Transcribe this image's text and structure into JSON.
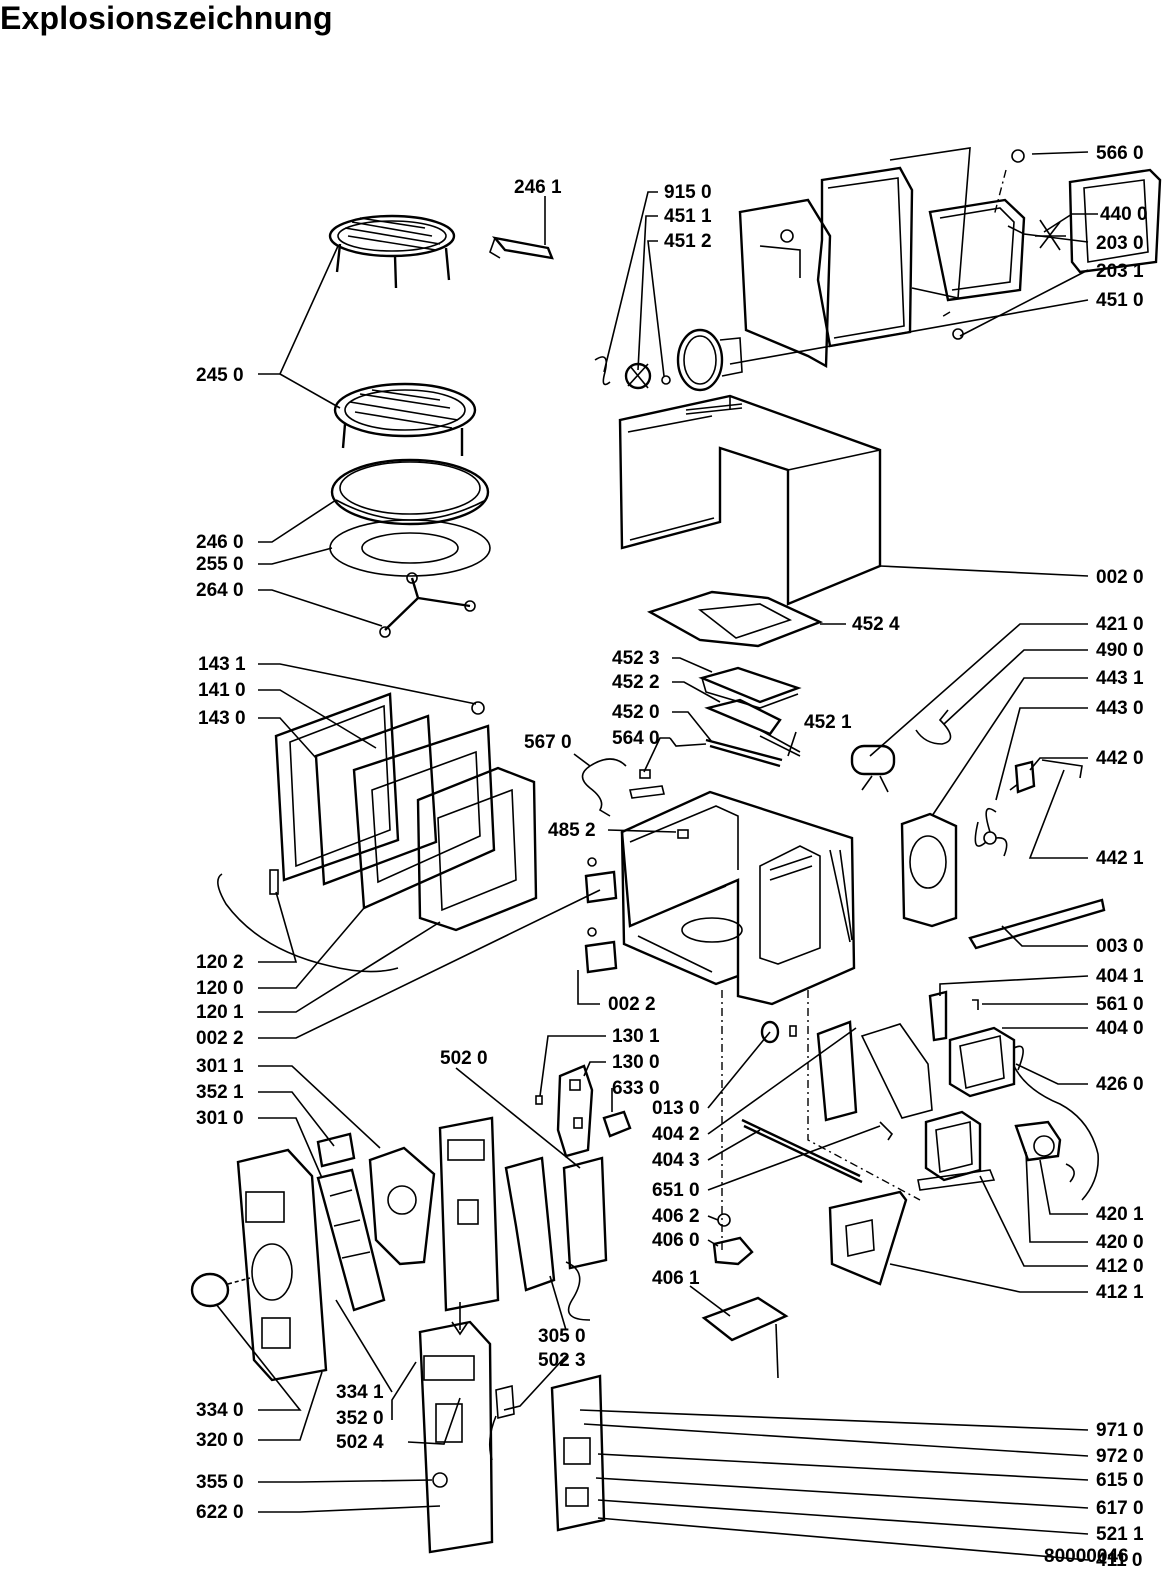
{
  "title": "Explosionszeichnung",
  "doc_number": "80000046",
  "labels": [
    {
      "id": "566_0",
      "text": "566 0"
    },
    {
      "id": "246_1",
      "text": "246 1"
    },
    {
      "id": "915_0",
      "text": "915 0"
    },
    {
      "id": "451_1",
      "text": "451 1"
    },
    {
      "id": "451_2",
      "text": "451 2"
    },
    {
      "id": "440_0",
      "text": "440 0"
    },
    {
      "id": "203_0",
      "text": "203 0"
    },
    {
      "id": "245_0",
      "text": "245 0"
    },
    {
      "id": "203_1",
      "text": "203 1"
    },
    {
      "id": "451_0",
      "text": "451 0"
    },
    {
      "id": "246_0",
      "text": "246 0"
    },
    {
      "id": "255_0",
      "text": "255 0"
    },
    {
      "id": "264_0",
      "text": "264 0"
    },
    {
      "id": "002_0",
      "text": "002 0"
    },
    {
      "id": "452_4",
      "text": "452 4"
    },
    {
      "id": "421_0",
      "text": "421 0"
    },
    {
      "id": "143_1",
      "text": "143 1"
    },
    {
      "id": "452_3",
      "text": "452 3"
    },
    {
      "id": "490_0",
      "text": "490 0"
    },
    {
      "id": "141_0",
      "text": "141 0"
    },
    {
      "id": "452_2",
      "text": "452 2"
    },
    {
      "id": "443_1",
      "text": "443 1"
    },
    {
      "id": "143_0",
      "text": "143 0"
    },
    {
      "id": "452_0",
      "text": "452 0"
    },
    {
      "id": "452_1",
      "text": "452 1"
    },
    {
      "id": "443_0",
      "text": "443 0"
    },
    {
      "id": "567_0",
      "text": "567 0"
    },
    {
      "id": "564_0",
      "text": "564 0"
    },
    {
      "id": "442_0",
      "text": "442 0"
    },
    {
      "id": "485_2",
      "text": "485 2"
    },
    {
      "id": "442_1",
      "text": "442 1"
    },
    {
      "id": "003_0",
      "text": "003 0"
    },
    {
      "id": "120_2",
      "text": "120 2"
    },
    {
      "id": "120_0",
      "text": "120 0"
    },
    {
      "id": "404_1",
      "text": "404 1"
    },
    {
      "id": "002_2a",
      "text": "002 2"
    },
    {
      "id": "561_0",
      "text": "561 0"
    },
    {
      "id": "120_1",
      "text": "120 1"
    },
    {
      "id": "404_0",
      "text": "404 0"
    },
    {
      "id": "002_2b",
      "text": "002 2"
    },
    {
      "id": "130_1",
      "text": "130 1"
    },
    {
      "id": "502_0",
      "text": "502 0"
    },
    {
      "id": "301_1",
      "text": "301 1"
    },
    {
      "id": "130_0",
      "text": "130 0"
    },
    {
      "id": "426_0",
      "text": "426 0"
    },
    {
      "id": "633_0",
      "text": "633 0"
    },
    {
      "id": "352_1",
      "text": "352 1"
    },
    {
      "id": "013_0",
      "text": "013 0"
    },
    {
      "id": "301_0",
      "text": "301 0"
    },
    {
      "id": "404_2",
      "text": "404 2"
    },
    {
      "id": "404_3",
      "text": "404 3"
    },
    {
      "id": "651_0",
      "text": "651 0"
    },
    {
      "id": "420_1",
      "text": "420 1"
    },
    {
      "id": "406_2",
      "text": "406 2"
    },
    {
      "id": "420_0",
      "text": "420 0"
    },
    {
      "id": "406_0",
      "text": "406 0"
    },
    {
      "id": "412_0",
      "text": "412 0"
    },
    {
      "id": "406_1",
      "text": "406 1"
    },
    {
      "id": "412_1",
      "text": "412 1"
    },
    {
      "id": "305_0",
      "text": "305 0"
    },
    {
      "id": "502_3",
      "text": "502 3"
    },
    {
      "id": "334_1",
      "text": "334 1"
    },
    {
      "id": "352_0",
      "text": "352 0"
    },
    {
      "id": "502_4",
      "text": "502 4"
    },
    {
      "id": "334_0",
      "text": "334 0"
    },
    {
      "id": "971_0",
      "text": "971 0"
    },
    {
      "id": "972_0",
      "text": "972 0"
    },
    {
      "id": "320_0",
      "text": "320 0"
    },
    {
      "id": "615_0",
      "text": "615 0"
    },
    {
      "id": "355_0",
      "text": "355 0"
    },
    {
      "id": "617_0",
      "text": "617 0"
    },
    {
      "id": "521_1",
      "text": "521 1"
    },
    {
      "id": "622_0",
      "text": "622 0"
    },
    {
      "id": "411_0",
      "text": "411 0"
    }
  ]
}
